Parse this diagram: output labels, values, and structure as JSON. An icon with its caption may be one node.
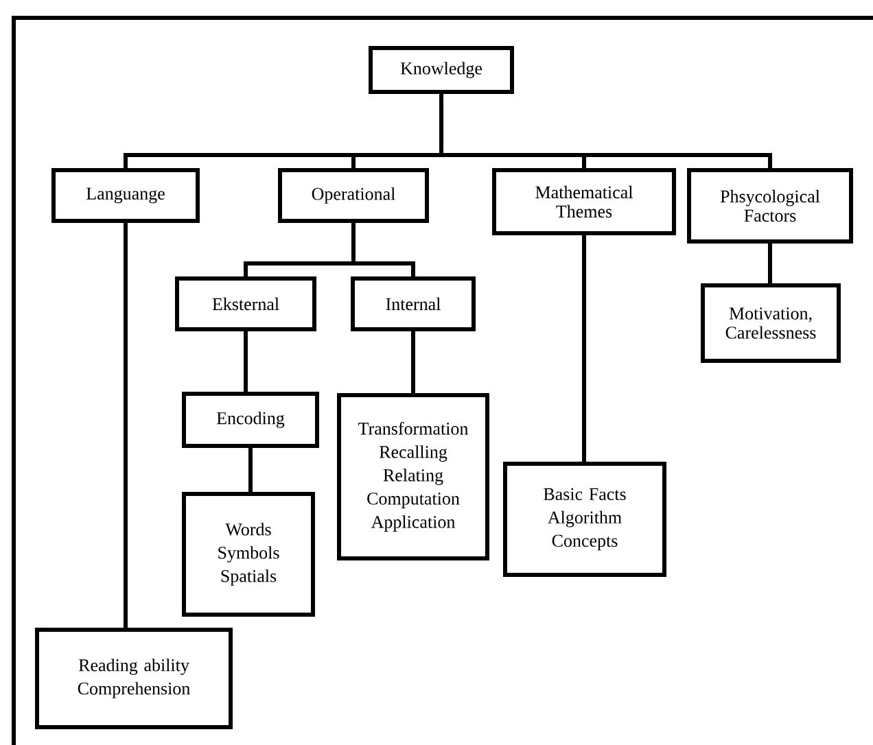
{
  "diagram": {
    "nodes": [
      {
        "text": [
          "Knowledge"
        ]
      },
      {
        "text": [
          "Languange"
        ]
      },
      {
        "text": [
          "Operational"
        ]
      },
      {
        "text": [
          "Mathematical Themes"
        ]
      },
      {
        "text": [
          "Phsycological Factors"
        ]
      },
      {
        "text": [
          "Eksternal"
        ]
      },
      {
        "text": [
          "Internal"
        ]
      },
      {
        "text": [
          "Motivation, Carelessness"
        ]
      },
      {
        "text": [
          "Encoding"
        ]
      },
      {
        "text": [
          "Transformation",
          "Recalling",
          "Relating",
          "Computation",
          "Application"
        ]
      },
      {
        "text": [
          "Words",
          "Symbols",
          "Spatials"
        ]
      },
      {
        "text": [
          "Basic Facts",
          "Algorithm",
          "Concepts"
        ]
      },
      {
        "text": [
          "Reading ability",
          "Comprehension"
        ]
      }
    ],
    "edges": [
      {
        "from": 0,
        "to": 1,
        "arrow": "none"
      },
      {
        "from": 0,
        "to": 2,
        "arrow": "none"
      },
      {
        "from": 0,
        "to": 3,
        "arrow": "none"
      },
      {
        "from": 0,
        "to": 4,
        "arrow": "none"
      },
      {
        "from": 2,
        "to": 5,
        "arrow": "none"
      },
      {
        "from": 2,
        "to": 6,
        "arrow": "none"
      },
      {
        "from": 4,
        "to": 7,
        "arrow": "none"
      },
      {
        "from": 1,
        "to": 12,
        "arrow": "none"
      },
      {
        "from": 5,
        "to": 8,
        "arrow": "none"
      },
      {
        "from": 8,
        "to": 10,
        "arrow": "none"
      },
      {
        "from": 6,
        "to": 9,
        "arrow": "none"
      },
      {
        "from": 3,
        "to": 11,
        "arrow": "none"
      }
    ]
  }
}
